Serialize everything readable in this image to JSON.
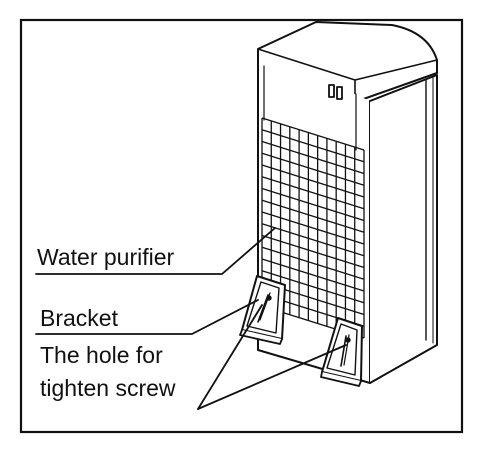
{
  "labels": {
    "water_purifier": "Water purifier",
    "bracket": "Bracket",
    "hole_line1": "The hole for",
    "hole_line2": "tighten screw"
  },
  "colors": {
    "stroke": "#111111",
    "background": "#ffffff"
  }
}
